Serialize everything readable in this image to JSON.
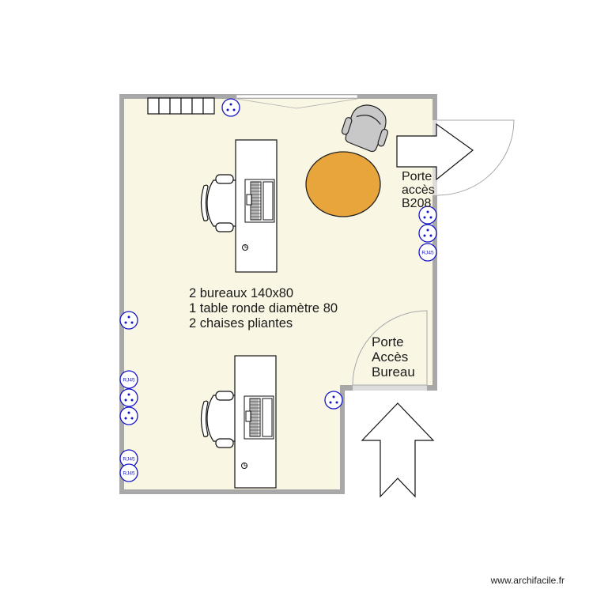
{
  "plan": {
    "colors": {
      "floor": "#FAF6E4",
      "wall": "#A8A8A8",
      "outlet": "#1515C8",
      "table": "#E8A53C",
      "armchair": "#C8C8C8"
    },
    "notes": {
      "line1": "2 bureaux 140x80",
      "line2": "1 table ronde diamètre 80",
      "line3": "2 chaises pliantes"
    },
    "door_b208": {
      "line1": "Porte",
      "line2": "accès",
      "line3": "B208"
    },
    "door_bureau": {
      "line1": "Porte",
      "line2": "Accès",
      "line3": "Bureau"
    },
    "outlets": {
      "rj45_label": "RJ45"
    },
    "icons": [
      "power-outlet-icon",
      "rj45-outlet-icon",
      "radiator-icon",
      "desk-icon",
      "office-chair-icon",
      "laptop-icon",
      "armchair-icon",
      "round-table-icon",
      "arrow-right-icon",
      "arrow-up-icon",
      "window-icon",
      "door-swing-icon"
    ]
  },
  "footer": {
    "watermark": "www.archifacile.fr"
  }
}
